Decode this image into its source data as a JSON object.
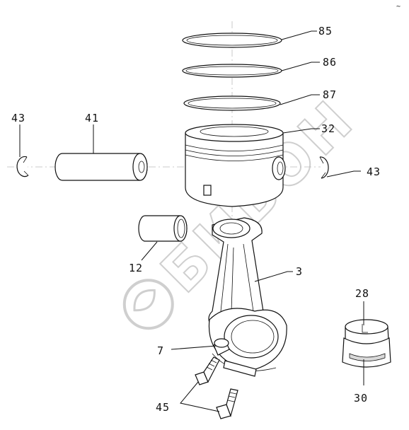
{
  "diagram": {
    "corner_mark": "~",
    "watermark_text": "БИВОН",
    "parts": [
      {
        "id": "ring_85",
        "label": "85"
      },
      {
        "id": "ring_86",
        "label": "86"
      },
      {
        "id": "ring_87",
        "label": "87"
      },
      {
        "id": "piston",
        "label": "32"
      },
      {
        "id": "pin",
        "label": "41"
      },
      {
        "id": "circlip_left",
        "label": "43"
      },
      {
        "id": "circlip_right",
        "label": "43"
      },
      {
        "id": "bushing",
        "label": "12"
      },
      {
        "id": "rod",
        "label": "3"
      },
      {
        "id": "rod_marker",
        "label": "7"
      },
      {
        "id": "bearing_upper",
        "label": "28"
      },
      {
        "id": "bearing_lower",
        "label": "30"
      },
      {
        "id": "bolts",
        "label": "45"
      }
    ]
  }
}
